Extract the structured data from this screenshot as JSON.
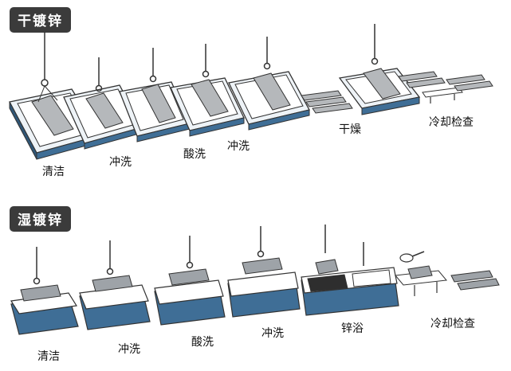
{
  "dry": {
    "title": "干镀锌",
    "steps": [
      "清洁",
      "冲洗",
      "酸洗",
      "冲洗",
      "干燥",
      "冷却检查"
    ]
  },
  "wet": {
    "title": "湿镀锌",
    "steps": [
      "清洁",
      "冲洗",
      "酸洗",
      "冲洗",
      "锌浴",
      "冷却检查"
    ]
  },
  "colors": {
    "tank_blue": "#3f6e96",
    "tank_top": "#dfeaf2",
    "steel": "#b5b8bb",
    "zinc_dark": "#2e2e2e",
    "title_bg": "#3b3b3b"
  }
}
